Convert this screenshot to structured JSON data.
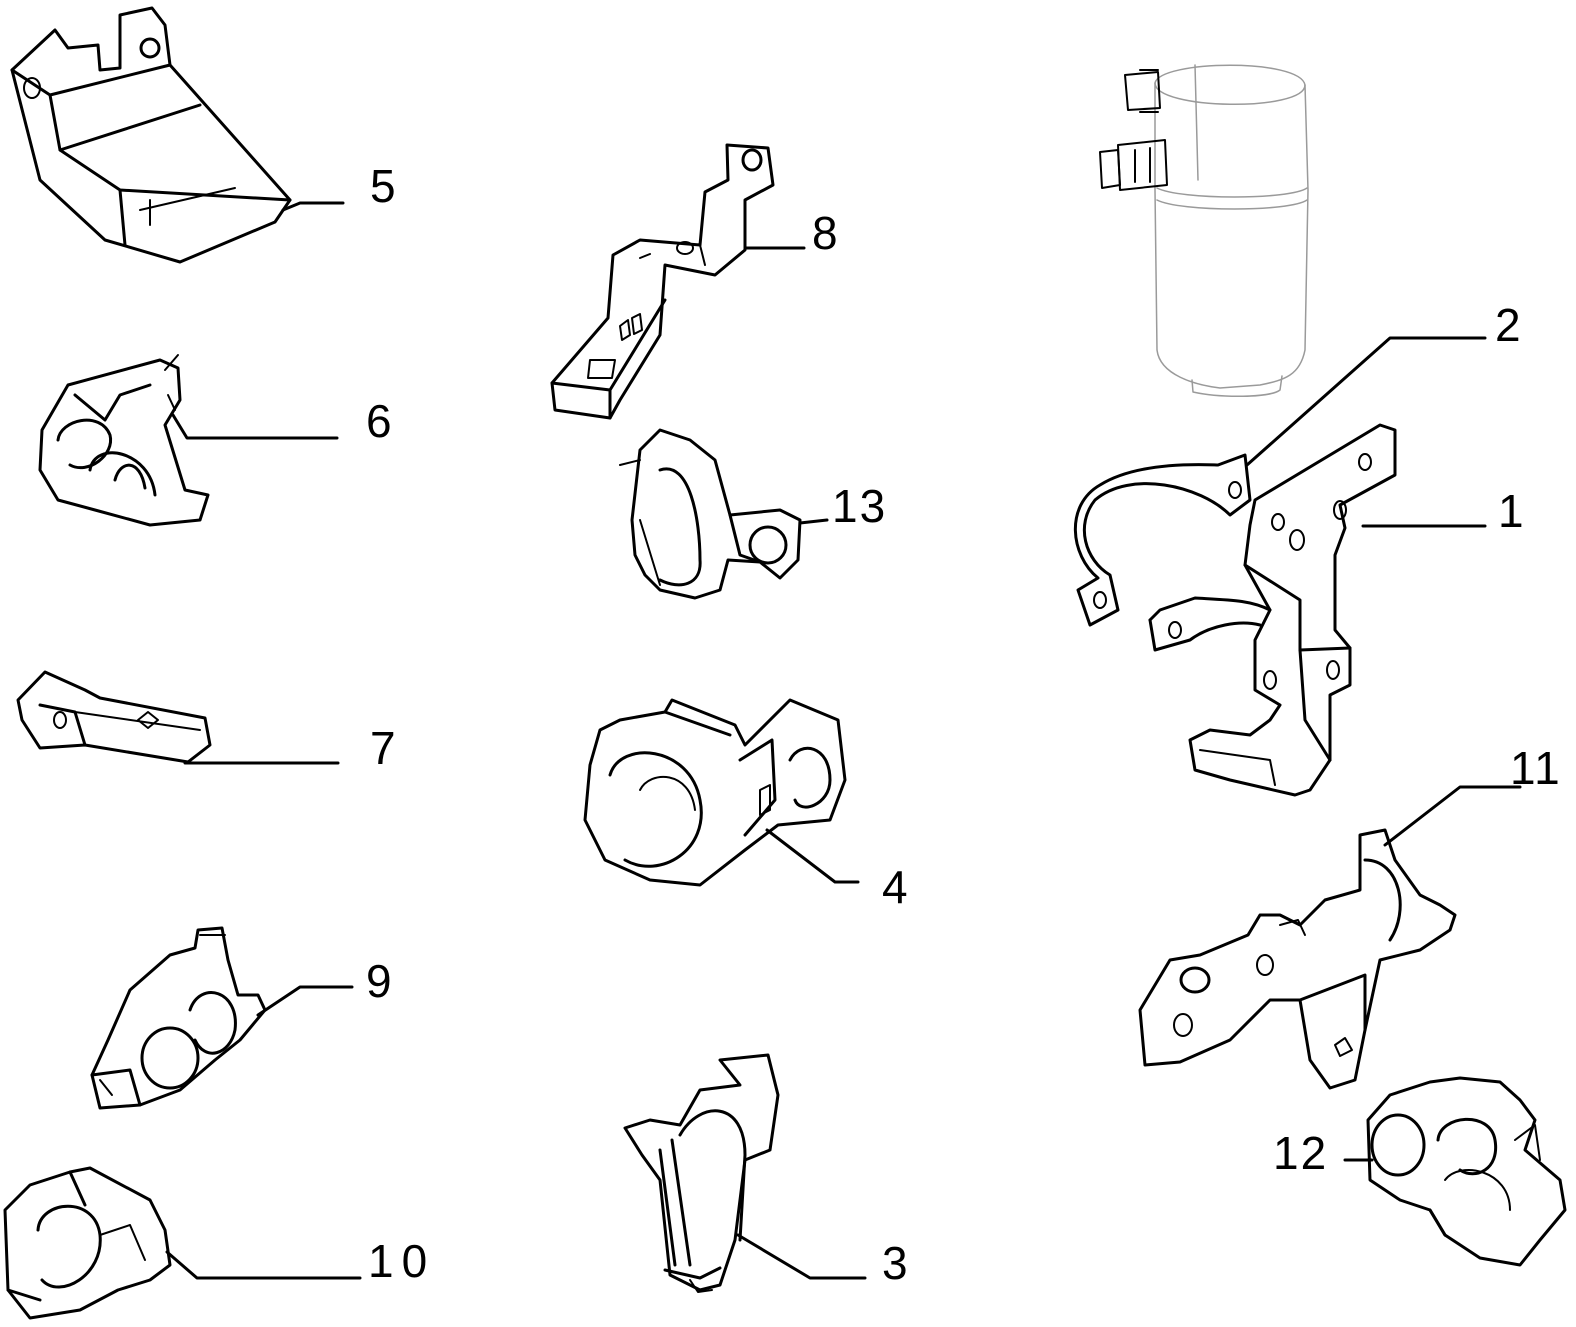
{
  "callouts": [
    {
      "id": "1",
      "label": "1"
    },
    {
      "id": "2",
      "label": "2"
    },
    {
      "id": "3",
      "label": "3"
    },
    {
      "id": "4",
      "label": "4"
    },
    {
      "id": "5",
      "label": "5"
    },
    {
      "id": "6",
      "label": "6"
    },
    {
      "id": "7",
      "label": "7"
    },
    {
      "id": "8",
      "label": "8"
    },
    {
      "id": "9",
      "label": "9"
    },
    {
      "id": "10",
      "label": "10"
    },
    {
      "id": "11",
      "label": "11"
    },
    {
      "id": "12",
      "label": "12"
    },
    {
      "id": "13",
      "label": "13"
    }
  ],
  "parts": [
    {
      "callout": "1",
      "icon": "mounting-bracket-icon"
    },
    {
      "callout": "2",
      "icon": "band-clamp-icon"
    },
    {
      "callout": "3",
      "icon": "pipe-clip-icon"
    },
    {
      "callout": "4",
      "icon": "double-pipe-clip-icon"
    },
    {
      "callout": "5",
      "icon": "protective-cover-icon"
    },
    {
      "callout": "6",
      "icon": "pipe-retainer-icon"
    },
    {
      "callout": "7",
      "icon": "flat-plate-bracket-icon"
    },
    {
      "callout": "8",
      "icon": "support-bracket-icon"
    },
    {
      "callout": "9",
      "icon": "twin-pipe-clip-icon"
    },
    {
      "callout": "10",
      "icon": "clip-block-icon"
    },
    {
      "callout": "11",
      "icon": "bracket-with-clip-icon"
    },
    {
      "callout": "12",
      "icon": "twin-pipe-holder-icon"
    },
    {
      "callout": "13",
      "icon": "strap-clip-icon"
    },
    {
      "callout": "",
      "icon": "receiver-drier-cylinder-icon"
    }
  ]
}
